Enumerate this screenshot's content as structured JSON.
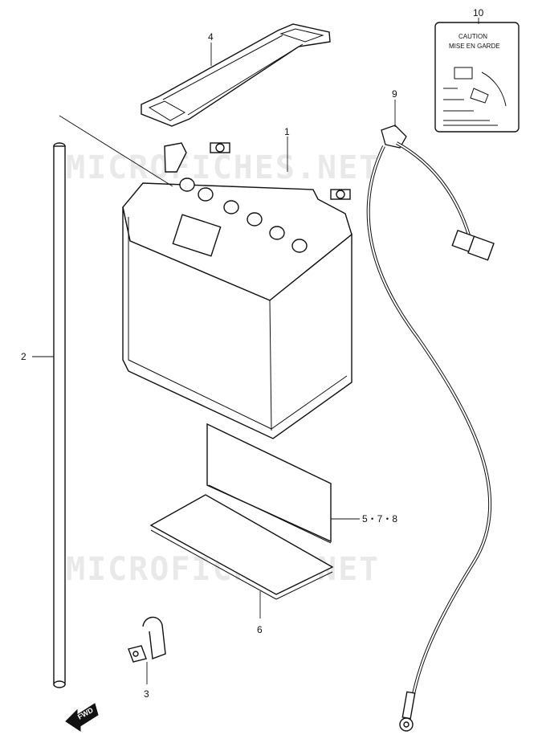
{
  "diagram": {
    "watermark_text": "MICROFICHES.NET",
    "callouts": {
      "battery": "1",
      "breather_hose": "2",
      "hose_clamp": "3",
      "battery_band": "4",
      "battery_spacers": "5・7・8",
      "battery_pad": "6",
      "battery_cable": "9",
      "caution_label": "10"
    },
    "caution_label": {
      "line1": "CAUTION",
      "line2": "MISE EN GARDE"
    },
    "fwd_arrow": "FWD"
  }
}
